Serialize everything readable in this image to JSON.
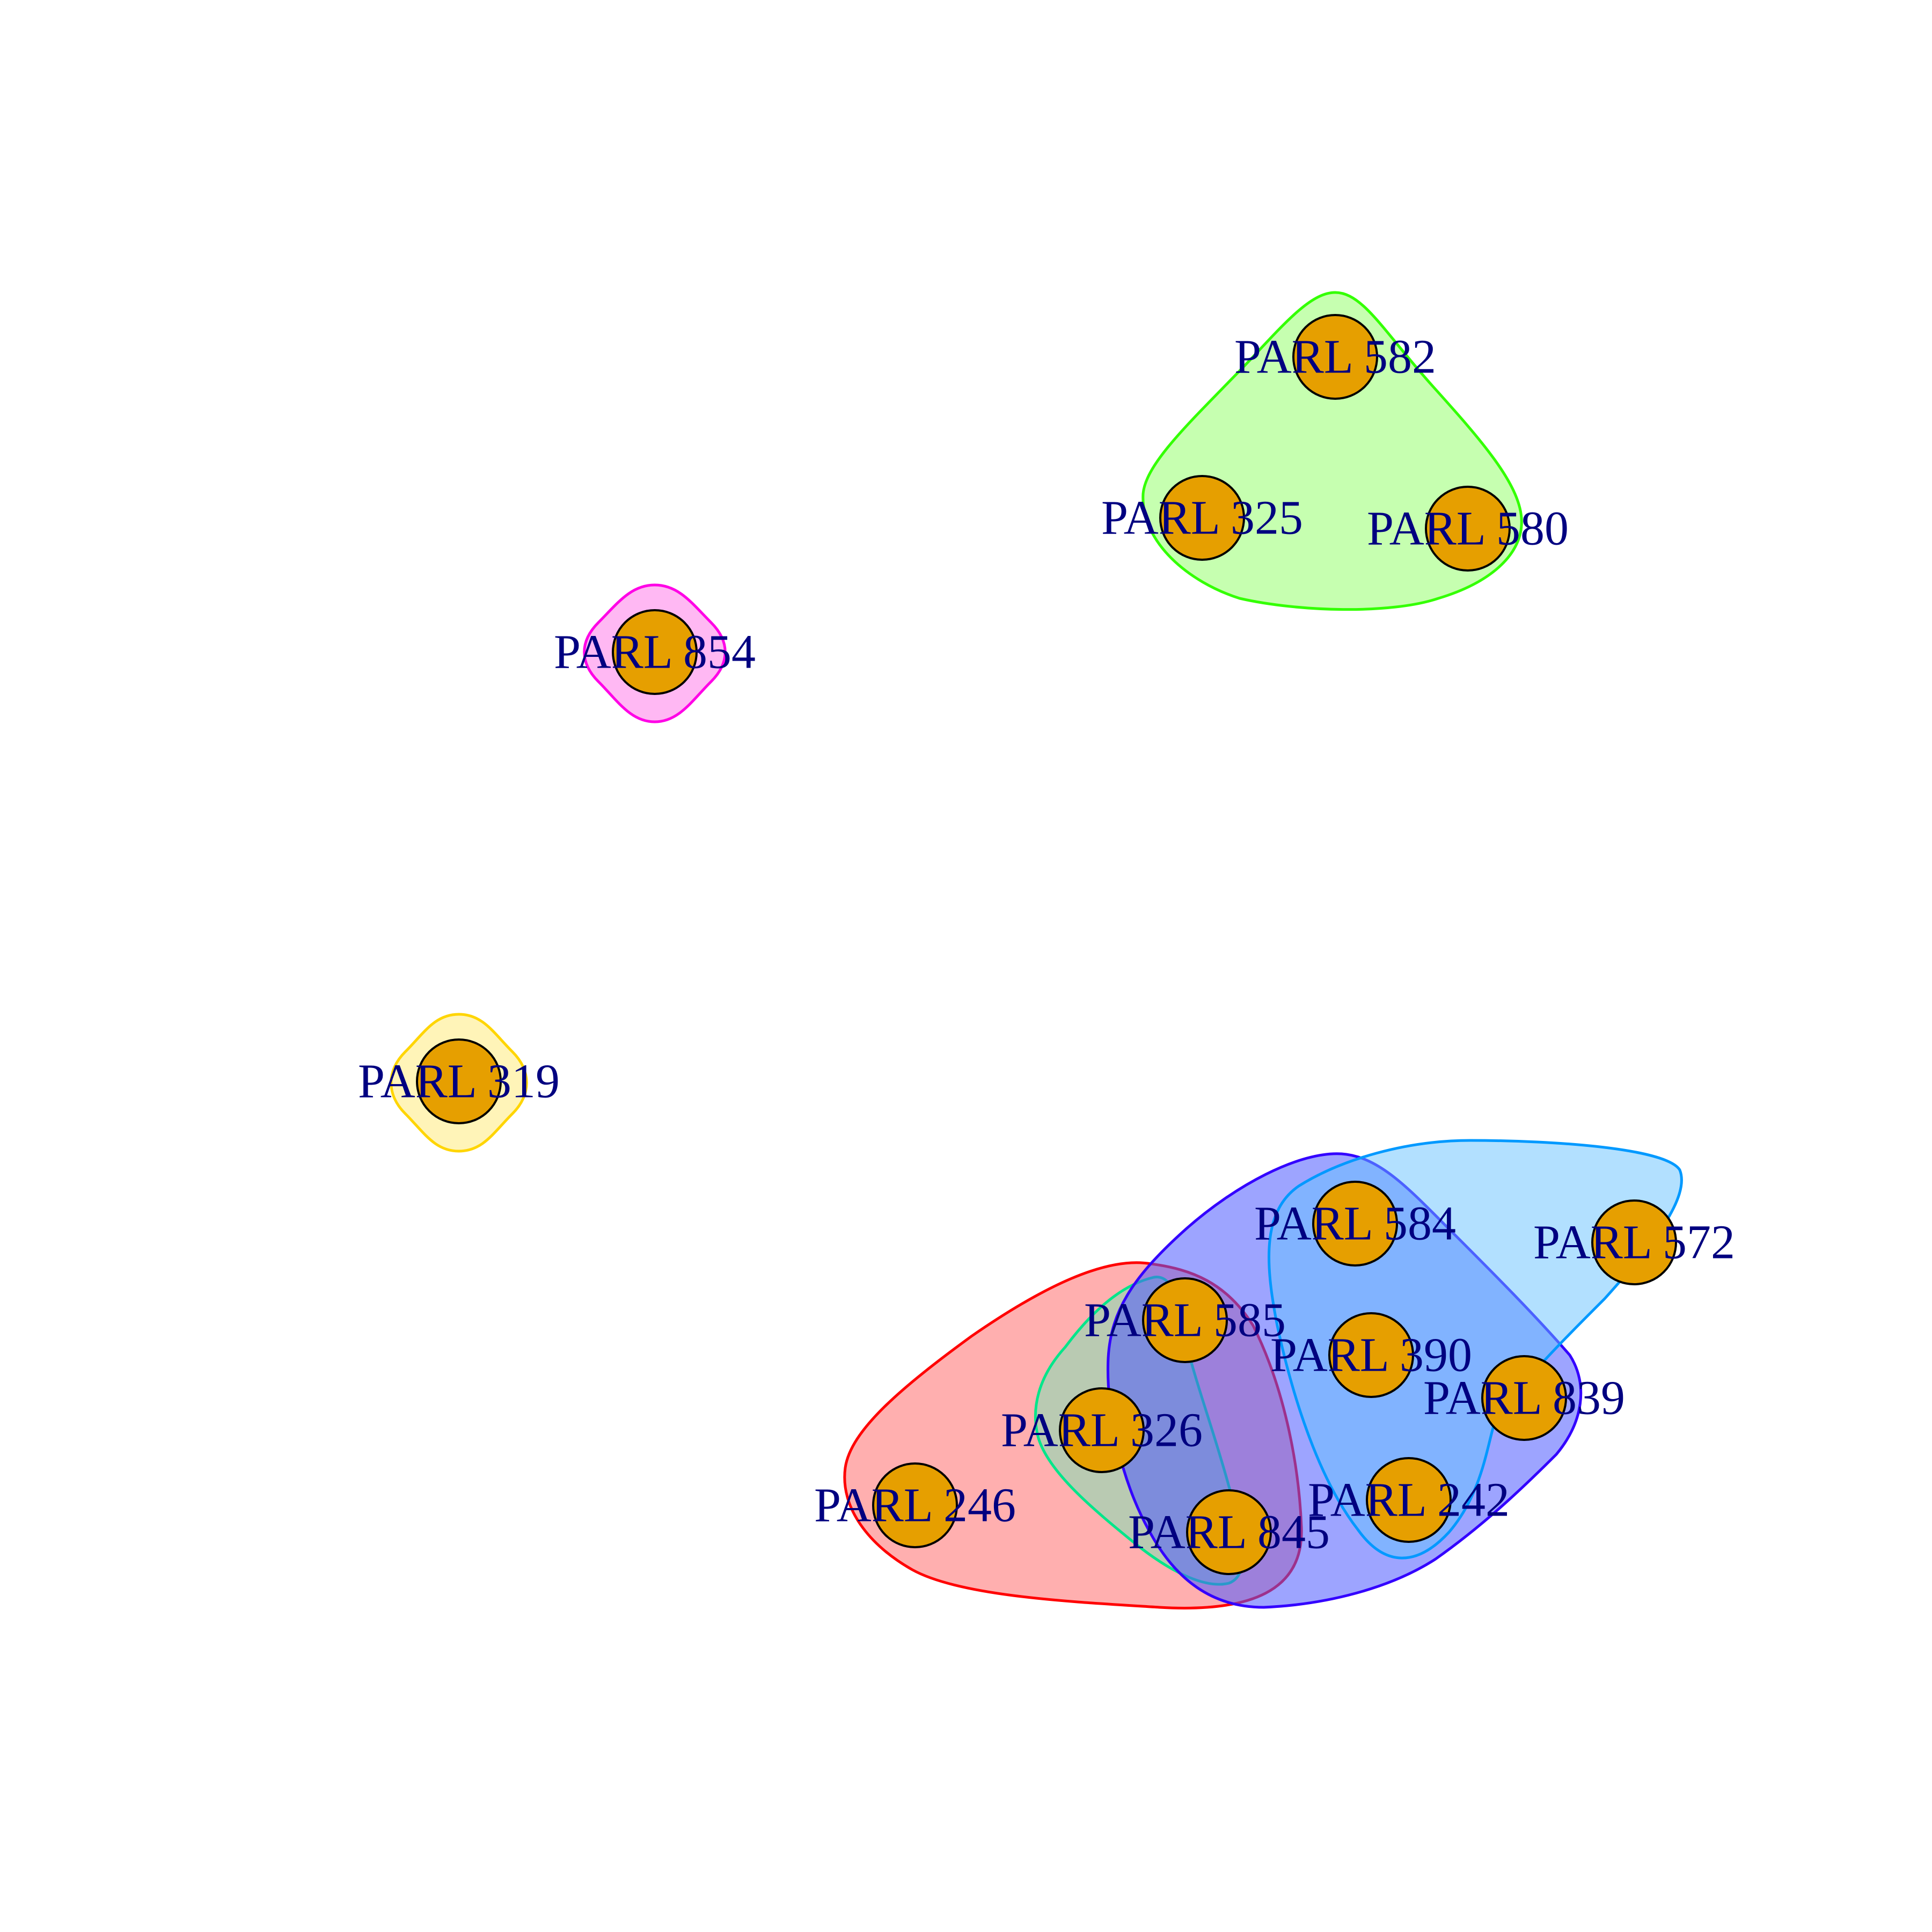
{
  "colors": {
    "node_fill": "#E69F00",
    "node_stroke": "#000000",
    "label": "#000080",
    "background": "#FFFFFF"
  },
  "nodes": [
    {
      "id": "n582",
      "label": "PARL 582"
    },
    {
      "id": "n325",
      "label": "PARL 325"
    },
    {
      "id": "n580",
      "label": "PARL 580"
    },
    {
      "id": "n854",
      "label": "PARL 854"
    },
    {
      "id": "n319",
      "label": "PARL 319"
    },
    {
      "id": "n584",
      "label": "PARL 584"
    },
    {
      "id": "n572",
      "label": "PARL 572"
    },
    {
      "id": "n585",
      "label": "PARL 585"
    },
    {
      "id": "n390",
      "label": "PARL 390"
    },
    {
      "id": "n839",
      "label": "PARL 839"
    },
    {
      "id": "n326",
      "label": "PARL 326"
    },
    {
      "id": "n242",
      "label": "PARL 242"
    },
    {
      "id": "n246",
      "label": "PARL 246"
    },
    {
      "id": "n845",
      "label": "PARL 845"
    }
  ],
  "groups": [
    {
      "id": "green",
      "stroke": "#33FF00",
      "fill": "#C6FFB0",
      "members": [
        "n582",
        "n325",
        "n580"
      ]
    },
    {
      "id": "magenta",
      "stroke": "#FF00E6",
      "fill": "#FFB0F2",
      "members": [
        "n854"
      ]
    },
    {
      "id": "yellow",
      "stroke": "#FFD500",
      "fill": "#FFF3B0",
      "members": [
        "n319"
      ]
    },
    {
      "id": "red",
      "stroke": "#FF0000",
      "fill": "#FF6E6E",
      "members": [
        "n246",
        "n326",
        "n585",
        "n845"
      ]
    },
    {
      "id": "teal",
      "stroke": "#00E68A",
      "fill": "#7FE0B5",
      "members": [
        "n326",
        "n585",
        "n845"
      ]
    },
    {
      "id": "violet",
      "stroke": "#3300FF",
      "fill": "#4D5AFF",
      "members": [
        "n584",
        "n585",
        "n390",
        "n839",
        "n242",
        "n845"
      ]
    },
    {
      "id": "lightblue",
      "stroke": "#0099FF",
      "fill": "#66C2FF",
      "members": [
        "n584",
        "n572",
        "n390",
        "n242"
      ]
    }
  ]
}
